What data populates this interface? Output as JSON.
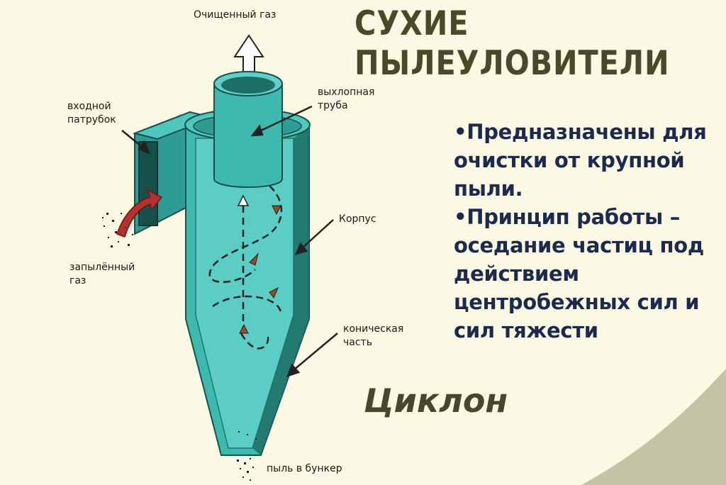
{
  "title": {
    "line1": "СУХИЕ",
    "line2": "ПЫЛЕУЛОВИТЕЛИ"
  },
  "subtitle": "Циклон",
  "bullets": [
    "•Предназначены для очистки от крупной пыли.",
    "•Принцип работы – оседание частиц под действием центробежных сил и сил тяжести"
  ],
  "labels": {
    "clean_gas": "Очищенный газ",
    "exhaust_pipe": "выхлопная\nтруба",
    "inlet_pipe": "входной\nпатрубок",
    "body": "Корпус",
    "dusty_gas": "запылённый\nгаз",
    "conical_part": "коническая\nчасть",
    "dust_bin": "пыль в бункер"
  },
  "colors": {
    "background": "#FBF8E3",
    "corner_accent": "#C2C4A4",
    "cyclone_teal": "#3FB8B0",
    "cyclone_dark": "#1F6E66",
    "inlet_arrow": "#B5302E",
    "bullet_text": "#1c2a4f",
    "title_text": "#4a4a2a"
  }
}
